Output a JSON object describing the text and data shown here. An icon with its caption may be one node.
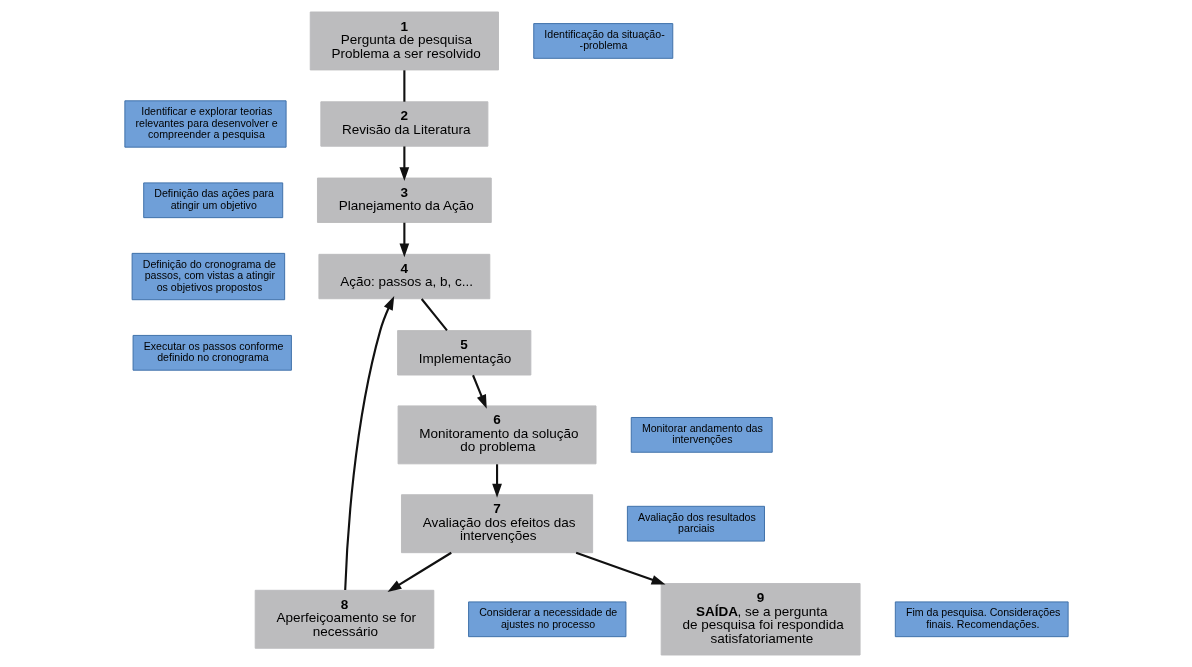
{
  "diagram": {
    "nodes": [
      {
        "text": [
          "Identificar e explorar teorias relevantes para desenvolver e compreender a pesquisa"
        ]
      },
      {
        "text": [
          "1",
          "Pergunta de pesquisa",
          "Problema a ser resolvido"
        ]
      },
      {
        "text": [
          "Identificação da situação- -problema"
        ]
      },
      {
        "text": [
          "2",
          "Revisão da Literatura"
        ]
      },
      {
        "text": [
          "Considerar a necessidade de ajustes no processo"
        ]
      },
      {
        "text": [
          "Fim da pesquisa. Considerações finais. Recomendações."
        ]
      },
      {
        "text": [
          "Definição das ações para atingir um objetivo"
        ]
      },
      {
        "text": [
          "8",
          "Aperfeiçoamento se for necessário"
        ]
      },
      {
        "text": [
          "9",
          "**SAÍDA**, se a pergunta de pesquisa foi respondida satisfatoriamente"
        ]
      },
      {
        "text": [
          "3",
          "Planejamento da Ação"
        ]
      },
      {
        "text": [
          "7",
          "Avaliação dos efeitos das intervenções"
        ]
      },
      {
        "text": [
          "Avaliação dos resultados parciais"
        ]
      },
      {
        "text": [
          "Definição do cronograma de passos, com vistas a atingir os objetivos propostos"
        ]
      },
      {
        "text": [
          "4",
          "Ação: passos a, b, c..."
        ]
      },
      {
        "text": [
          "6",
          "Monitoramento da solução do problema"
        ]
      },
      {
        "text": [
          "Monitorar andamento das intervenções"
        ]
      },
      {
        "text": [
          "Executar os passos conforme definido no cronograma"
        ]
      },
      {
        "text": [
          "5",
          "Implementação"
        ]
      }
    ],
    "edges": [
      {
        "from": 1,
        "to": 3,
        "arrow": "none"
      },
      {
        "from": 3,
        "to": 9,
        "arrow": "to"
      },
      {
        "from": 9,
        "to": 13,
        "arrow": "to"
      },
      {
        "from": 7,
        "to": 13,
        "arrow": "to"
      },
      {
        "from": 13,
        "to": 17,
        "arrow": "none"
      },
      {
        "from": 17,
        "to": 14,
        "arrow": "to"
      },
      {
        "from": 14,
        "to": 10,
        "arrow": "to"
      },
      {
        "from": 10,
        "to": 7,
        "arrow": "to"
      },
      {
        "from": 10,
        "to": 8,
        "arrow": "to"
      }
    ]
  }
}
